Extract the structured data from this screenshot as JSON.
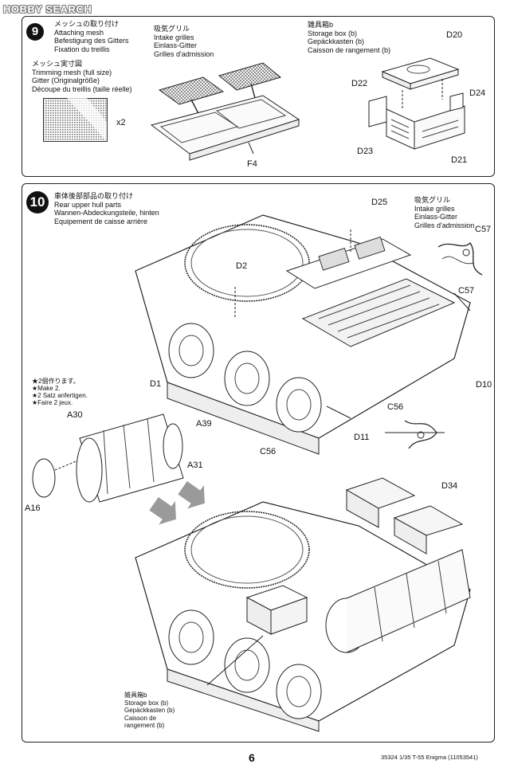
{
  "watermark": "HOBBY SEARCH",
  "step9": {
    "number": "9",
    "title_lines": [
      "メッシュの取り付け",
      "Attaching mesh",
      "Befestigung des Gitters",
      "Fixation du treillis"
    ],
    "trim_lines": [
      "メッシュ実寸図",
      "Trimming mesh (full size)",
      "Gitter (Originalgröße)",
      "Découpe du treillis (taille réelle)"
    ],
    "mesh_qty": "x2",
    "grille_lines": [
      "吸気グリル",
      "Intake grilles",
      "Einlass-Gitter",
      "Grilles d'admission"
    ],
    "part_f4": "F4",
    "box_lines": [
      "雑具箱b",
      "Storage box (b)",
      "Gepäckkasten (b)",
      "Caisson de rangement (b)"
    ],
    "parts": {
      "d20": "D20",
      "d22": "D22",
      "d24": "D24",
      "d23": "D23",
      "d21": "D21"
    }
  },
  "step10": {
    "number": "10",
    "title_lines": [
      "車体後部部品の取り付け",
      "Rear upper hull parts",
      "Wannen-Abdeckungsteile, hinten",
      "Equipement de caisse arrière"
    ],
    "grille_lines": [
      "吸気グリル",
      "Intake grilles",
      "Einlass-Gitter",
      "Grilles d'admission"
    ],
    "make2_lines": [
      "★2個作ります。",
      "★Make 2.",
      "★2 Satz anfertigen.",
      "★Faire 2 jeux."
    ],
    "box_lines": [
      "雑具箱b",
      "Storage box (b)",
      "Gepäckkasten (b)",
      "Caisson de",
      "rangement (b)"
    ],
    "parts": {
      "d25": "D25",
      "c57a": "C57",
      "c57b": "C57",
      "d2": "D2",
      "d1": "D1",
      "d10": "D10",
      "c56a": "C56",
      "d11": "D11",
      "c56b": "C56",
      "a30": "A30",
      "a39": "A39",
      "a31": "A31",
      "a16": "A16",
      "d34": "D34"
    }
  },
  "footer": {
    "page_number": "6",
    "product": "35324  1/35 T-55 Enigma (11053541)"
  }
}
